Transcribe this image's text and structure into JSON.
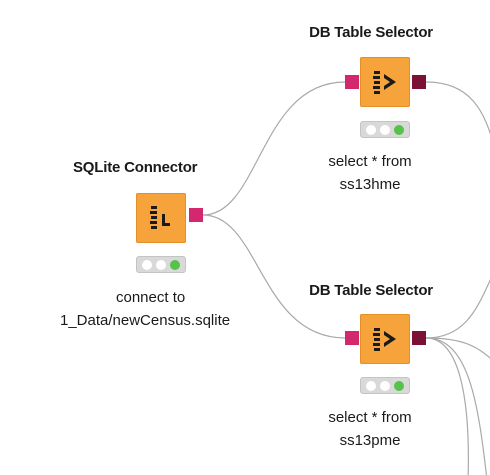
{
  "nodes": [
    {
      "id": "sqlite",
      "title": "SQLite Connector",
      "icon": "sqlite-connector-icon",
      "status": [
        "off",
        "off",
        "green"
      ],
      "description_lines": [
        "connect to",
        "1_Data/newCensus.sqlite"
      ]
    },
    {
      "id": "selector1",
      "title": "DB Table Selector",
      "icon": "db-table-selector-icon",
      "status": [
        "off",
        "off",
        "green"
      ],
      "description_lines": [
        "select * from",
        "ss13hme"
      ]
    },
    {
      "id": "selector2",
      "title": "DB Table Selector",
      "icon": "db-table-selector-icon",
      "status": [
        "off",
        "off",
        "green"
      ],
      "description_lines": [
        "select * from",
        "ss13pme"
      ]
    }
  ],
  "colors": {
    "node_fill": "#f7a33b",
    "db_port": "#d3286e",
    "data_port": "#7b1133",
    "status_ok": "#55c248",
    "edge": "#a9a9a9"
  }
}
